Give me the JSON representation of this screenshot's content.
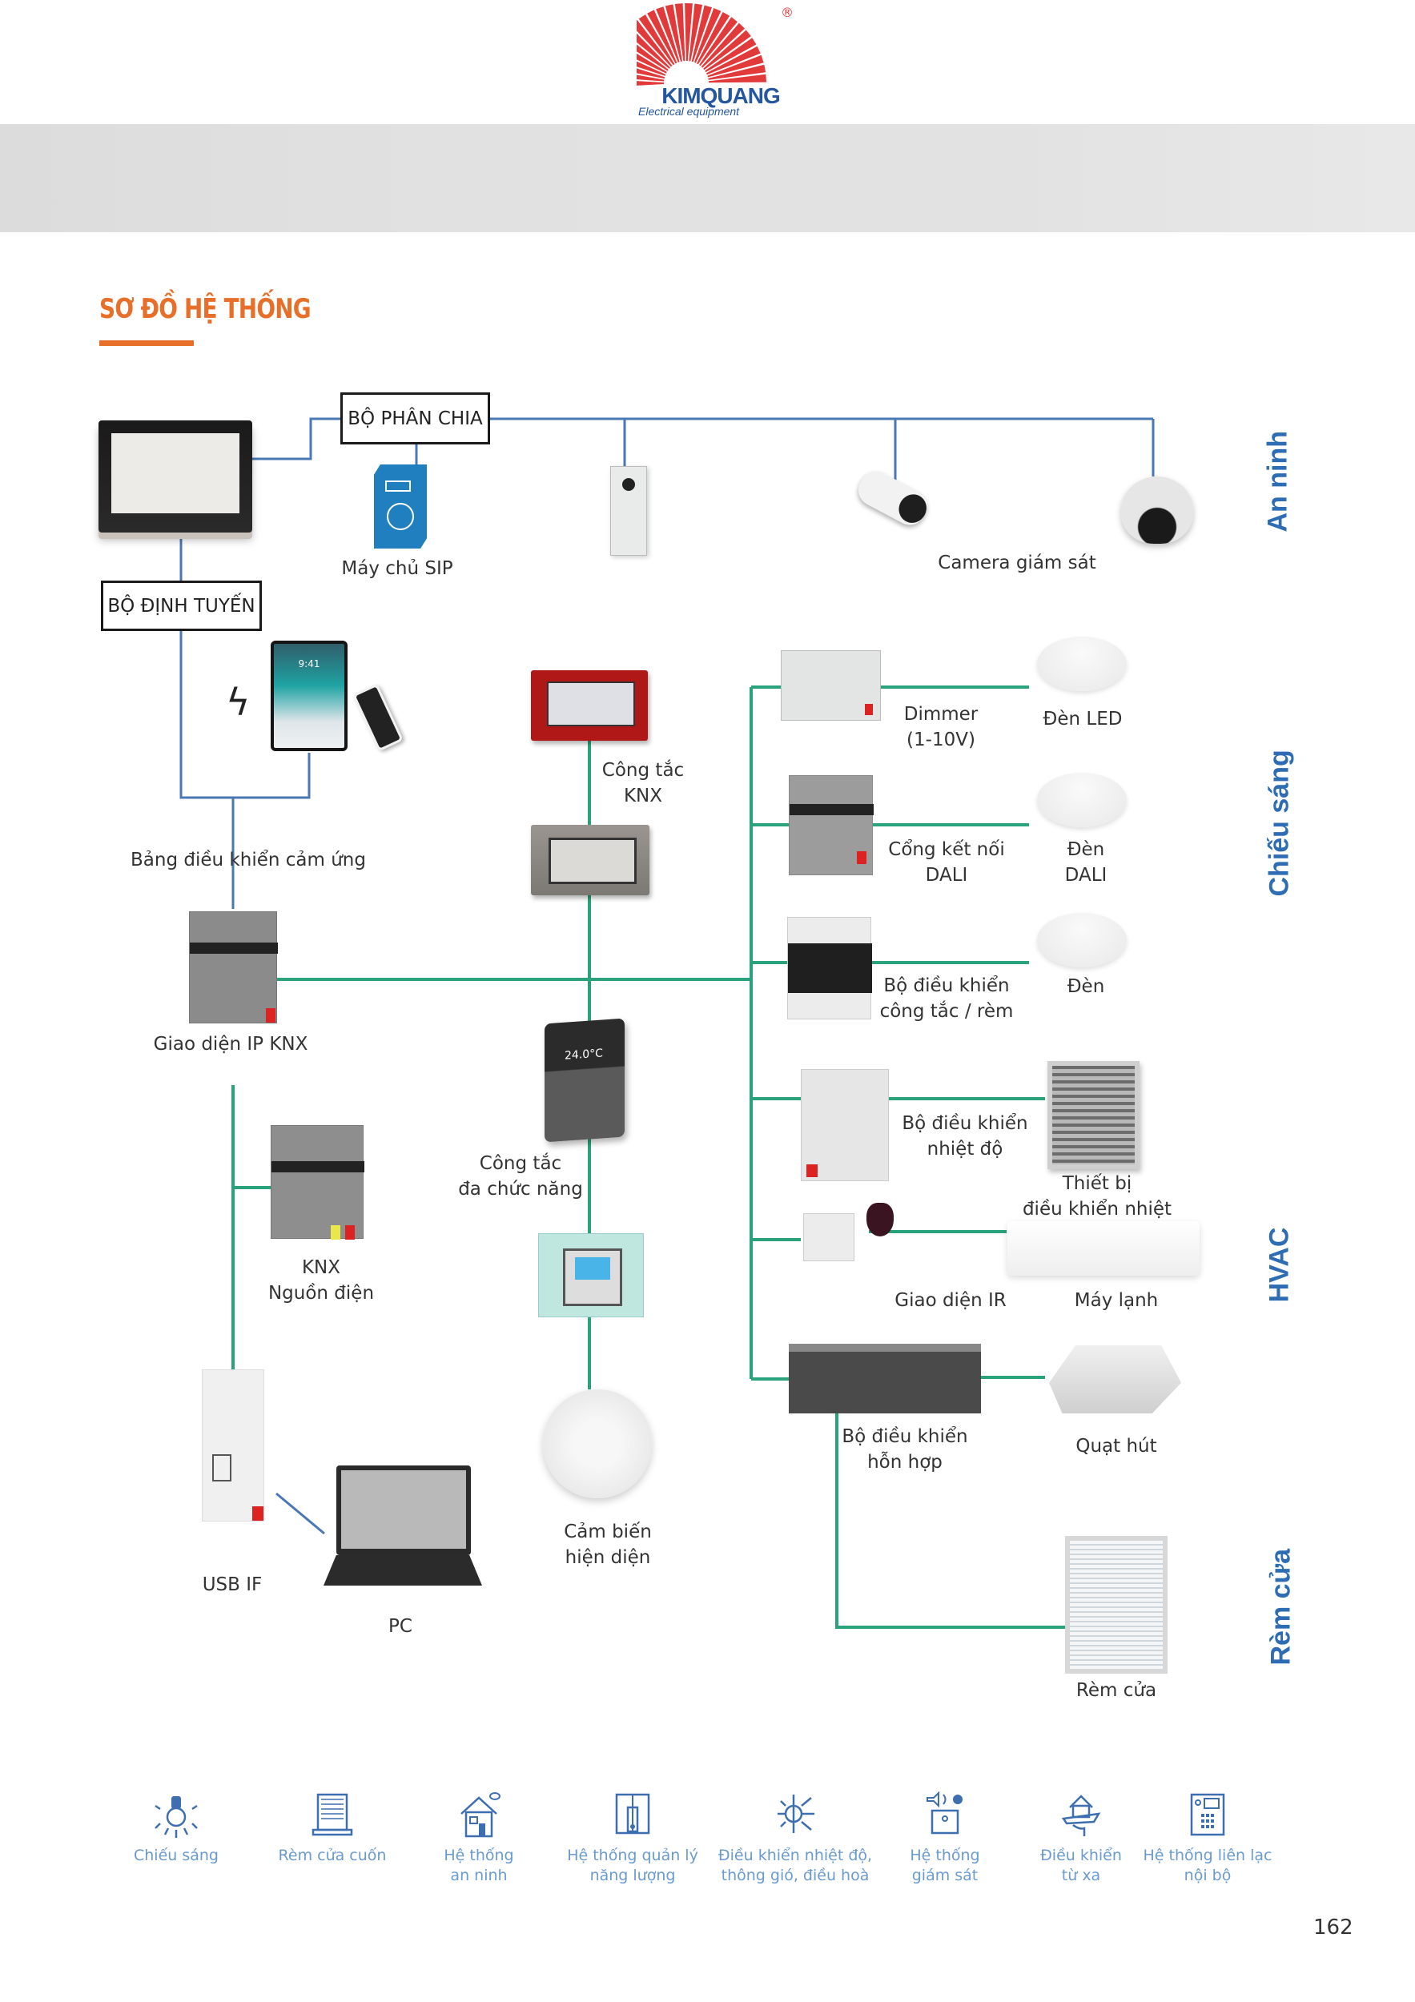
{
  "brand": {
    "name": "KIMQUANG",
    "tagline": "Electrical equipment",
    "registered_mark": "®",
    "colors": {
      "primary_blue": "#2457a0",
      "ray_red": "#e23a3a"
    }
  },
  "page": {
    "title": "SƠ ĐỒ HỆ THỐNG",
    "title_color": "#e86f2a",
    "page_number": "162"
  },
  "colors": {
    "network_line": "#4a78b5",
    "bus_line": "#2aa37c",
    "category_label": "#2e6db4",
    "icon_blue": "#3d6fb0"
  },
  "diagram": {
    "boxes": {
      "splitter": "BỘ PHÂN CHIA",
      "router": "BỘ ĐỊNH TUYẾN"
    },
    "categories": [
      "An ninh",
      "Chiếu sáng",
      "HVAC",
      "Rèm cửa"
    ],
    "labels": {
      "sip_server": "Máy chủ SIP",
      "camera": "Camera giám sát",
      "touch_panel": "Bảng điều khiển cảm ứng",
      "knx_switch": [
        "Công tắc",
        "KNX"
      ],
      "ip_interface": "Giao diện IP KNX",
      "multi_switch": [
        "Công tắc",
        "đa chức năng"
      ],
      "power_supply": [
        "KNX",
        "Nguồn điện"
      ],
      "usb_if": "USB IF",
      "pc": "PC",
      "presence_sensor": [
        "Cảm biến",
        "hiện diện"
      ],
      "dimmer": [
        "Dimmer",
        "(1-10V)"
      ],
      "led_light": "Đèn LED",
      "dali_gateway": [
        "Cổng kết nối",
        "DALI"
      ],
      "dali_light": [
        "Đèn",
        "DALI"
      ],
      "switch_blind_ctrl": [
        "Bộ điều khiển",
        "công tắc / rèm"
      ],
      "light": "Đèn",
      "temp_ctrl": [
        "Bộ điều khiển",
        "nhiệt độ"
      ],
      "thermal_device": [
        "Thiết bị",
        "điều khiển nhiệt"
      ],
      "ir_interface": "Giao diện IR",
      "air_conditioner": "Máy lạnh",
      "mixed_ctrl": [
        "Bộ điều khiển",
        "hỗn hợp"
      ],
      "exhaust_fan": "Quạt hút",
      "curtain": "Rèm cửa"
    },
    "screen_readouts": {
      "tablet_time": "9:41",
      "thermostat_temp": "24.0°C"
    }
  },
  "feature_icons": [
    {
      "icon": "light-bulb-icon",
      "label": [
        "Chiếu sáng"
      ]
    },
    {
      "icon": "roller-blind-icon",
      "label": [
        "Rèm cửa cuốn"
      ]
    },
    {
      "icon": "home-security-icon",
      "label": [
        "Hệ thống",
        "an ninh"
      ]
    },
    {
      "icon": "energy-management-icon",
      "label": [
        "Hệ thống quản lý",
        "năng lượng"
      ]
    },
    {
      "icon": "climate-control-icon",
      "label": [
        "Điều khiển nhiệt độ,",
        "thông gió, điều hoà"
      ]
    },
    {
      "icon": "surveillance-icon",
      "label": [
        "Hệ thống",
        "giám sát"
      ]
    },
    {
      "icon": "remote-control-icon",
      "label": [
        "Điều khiển",
        "từ xa"
      ]
    },
    {
      "icon": "intercom-icon",
      "label": [
        "Hệ thống liên lạc",
        "nội bộ"
      ]
    }
  ]
}
